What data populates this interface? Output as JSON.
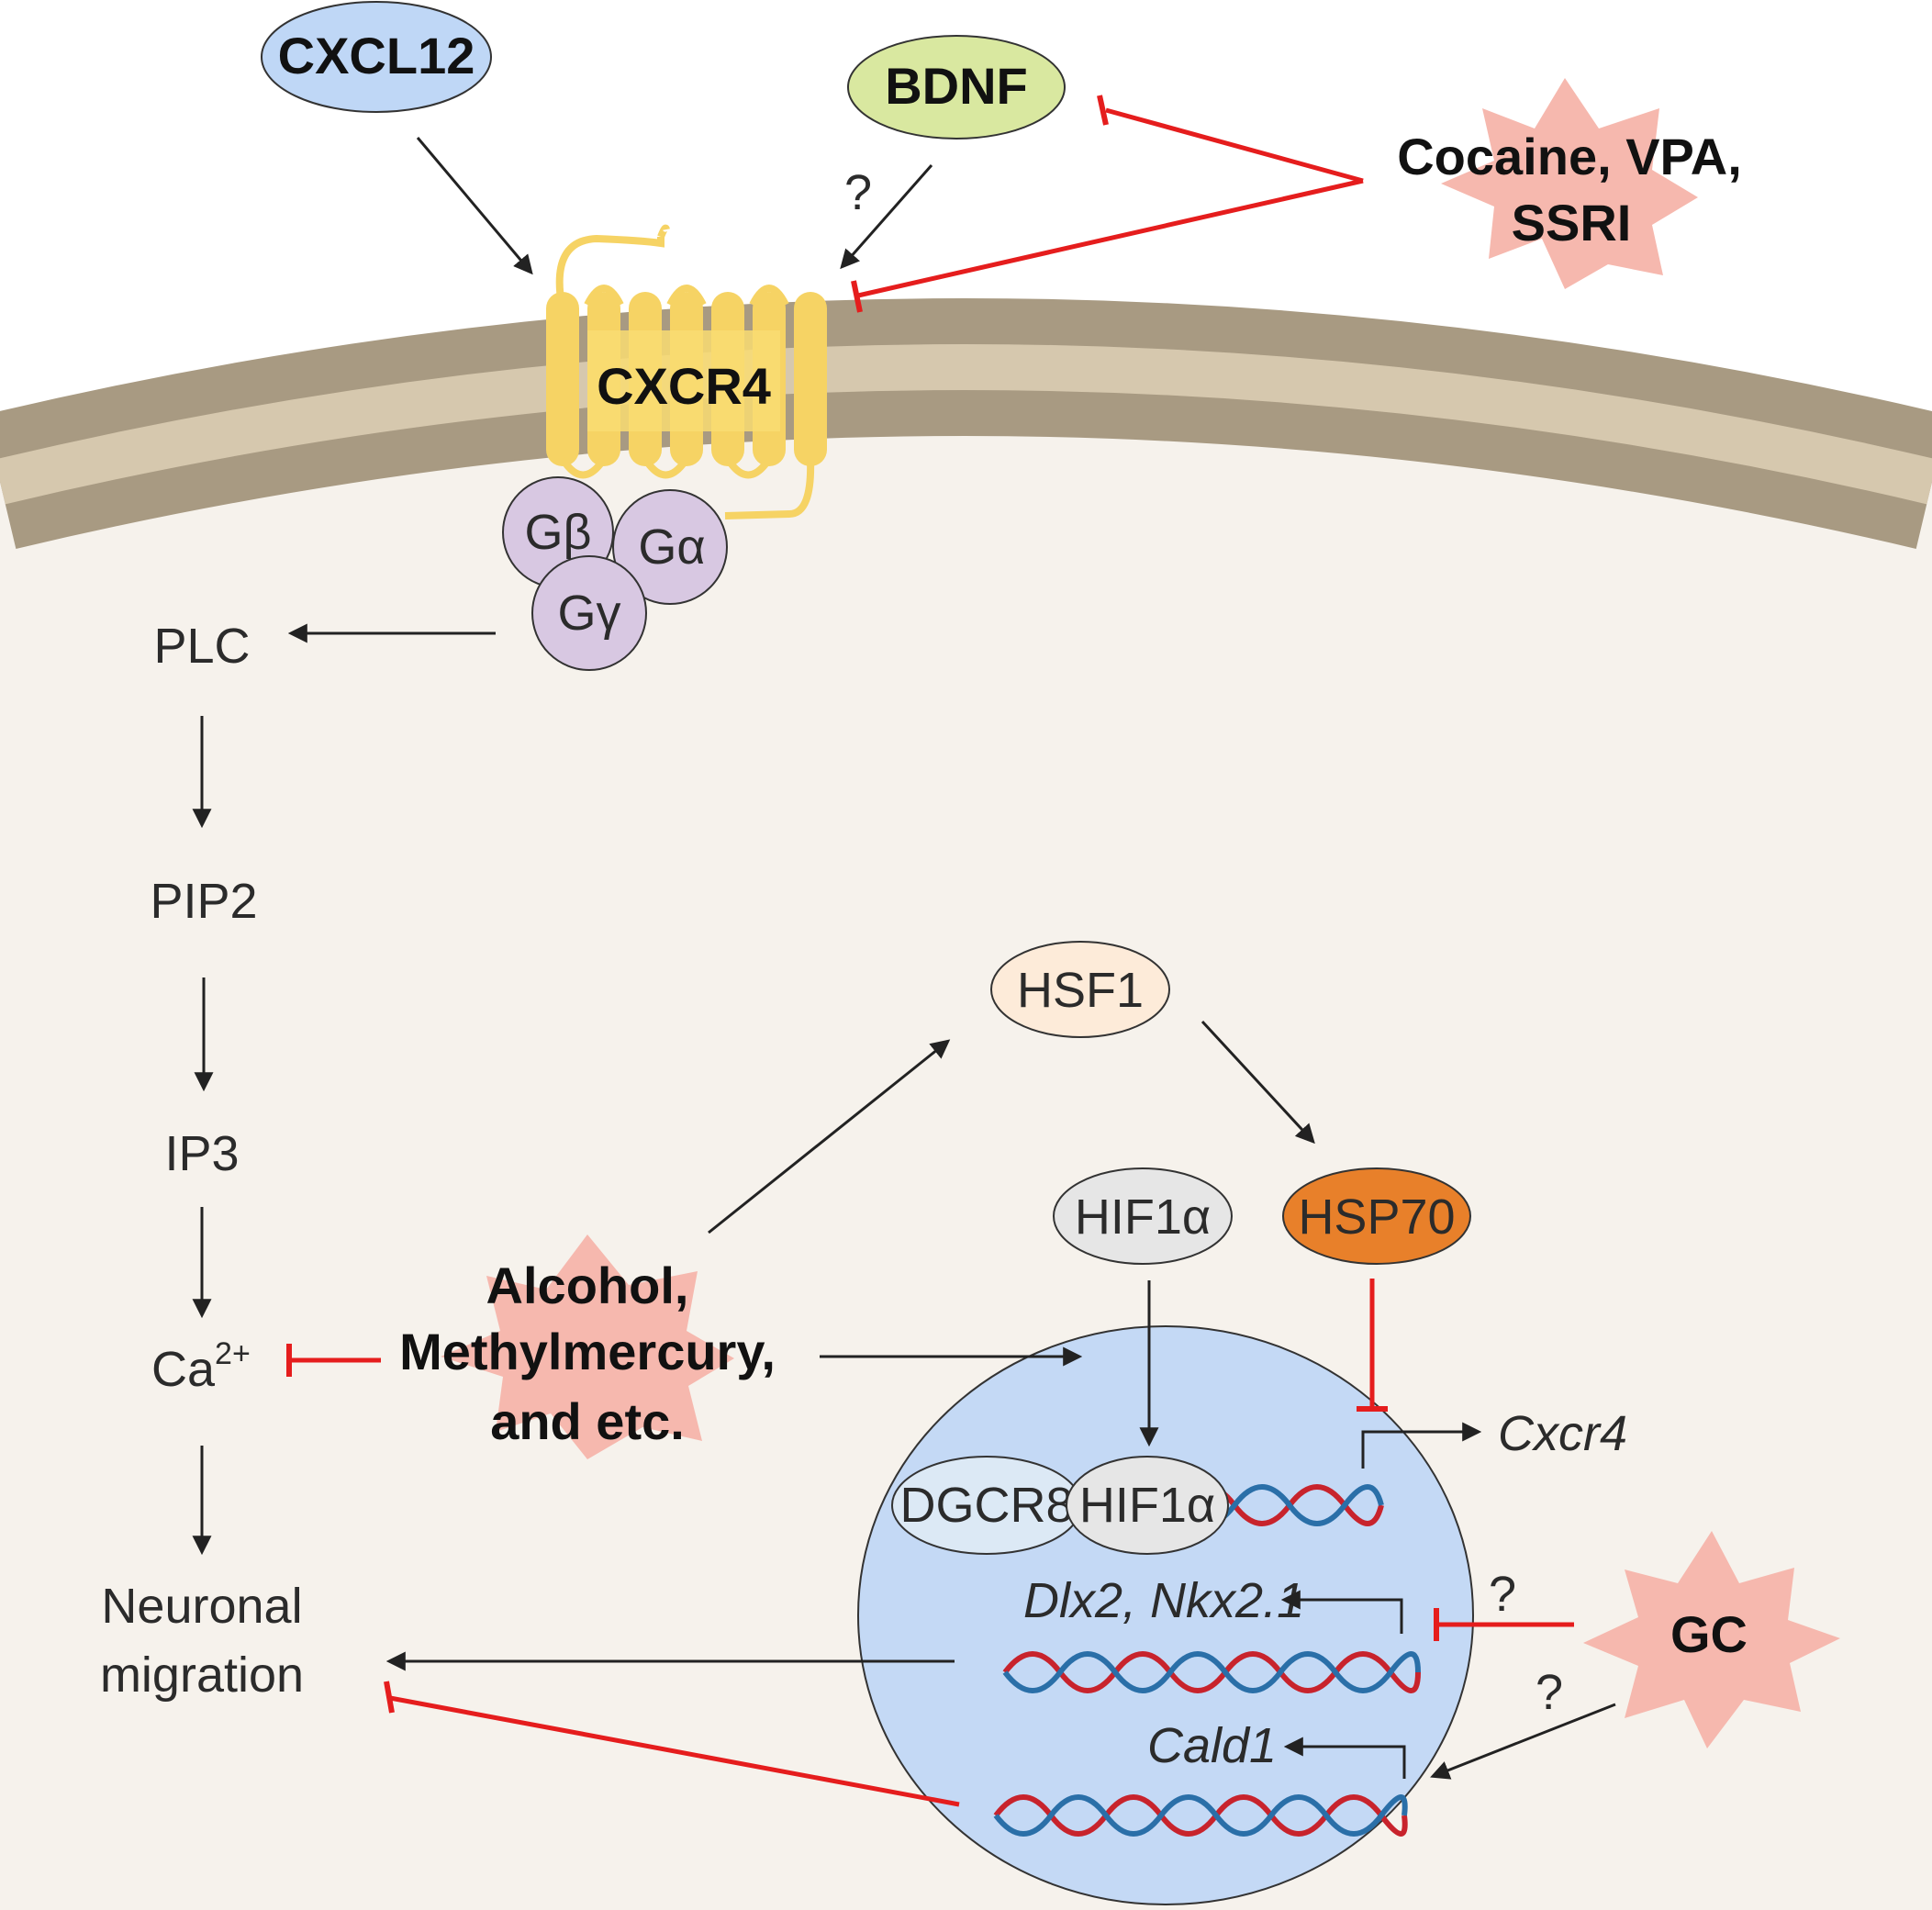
{
  "colors": {
    "membrane_outer": "#a89a82",
    "membrane_inner": "#d6c8ae",
    "cytoplasm": "#f6f2ec",
    "nucleus": "#c4d9f5",
    "receptor": "#f6d364",
    "gprotein": "#d8c8e2",
    "inhibit": "#e51d1d",
    "activate": "#222222",
    "starburst": "#f6b8ae",
    "cxcl12": "#bfd7f6",
    "bdnf": "#d9e8a0",
    "hsf1": "#fdebd9",
    "hsp70": "#e8802a",
    "hif": "#e6e6e6",
    "dgcr8": "#dce9f5",
    "dna_red": "#c8232c",
    "dna_blue": "#2a6fa8"
  },
  "ligands": {
    "cxcl12": "CXCL12",
    "bdnf": "BDNF",
    "bdnf_question": "?"
  },
  "receptor": {
    "label": "CXCR4"
  },
  "g_protein": {
    "beta": "Gβ",
    "alpha": "Gα",
    "gamma": "Gγ"
  },
  "drugs": {
    "cocaine": [
      "Cocaine, VPA,",
      "SSRI"
    ],
    "alcohol": [
      "Alcohol,",
      "Methylmercury,",
      "and etc."
    ],
    "gc": "GC",
    "gc_question_upper": "?",
    "gc_question_lower": "?"
  },
  "pathway": {
    "plc": "PLC",
    "pip2": "PIP2",
    "ip3": "IP3",
    "ca": "Ca",
    "ca_sup": "2+",
    "migration": [
      "Neuronal",
      "migration"
    ]
  },
  "nucleus": {
    "hsf1": "HSF1",
    "hsp70": "HSP70",
    "hif1a": "HIF1α",
    "dgcr8": "DGCR8",
    "hif1a_bound": "HIF1α",
    "gene_cxcr4": "Cxcr4",
    "gene_dlx": "Dlx2, Nkx2.1",
    "gene_cald1": "Cald1"
  }
}
